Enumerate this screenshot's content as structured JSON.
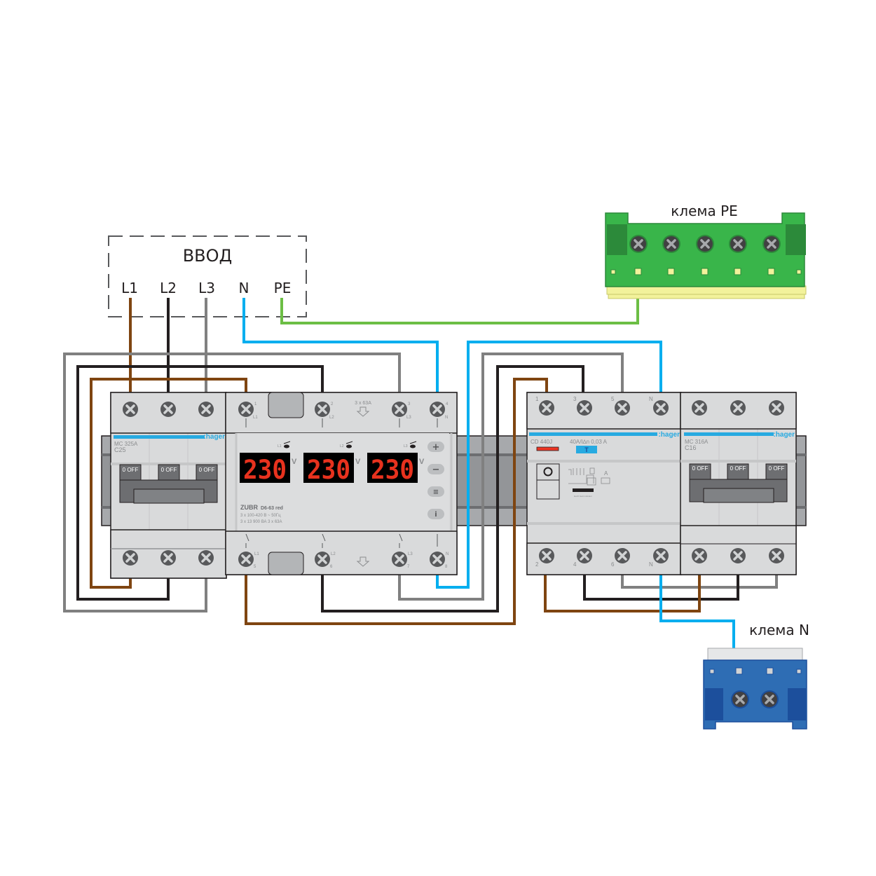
{
  "input_box": {
    "title": "ВВОД",
    "terminals": [
      "L1",
      "L2",
      "L3",
      "N",
      "PE"
    ]
  },
  "pe_bus": {
    "title": "клема PE",
    "screws": 5
  },
  "n_bus": {
    "title": "клема N",
    "screws": 2
  },
  "wire_colors": {
    "L1": "#7f4511",
    "L2": "#231f20",
    "L3": "#808080",
    "N": "#00aeef",
    "PE": "#6cbe45"
  },
  "mcb_input": {
    "brand": ":hager",
    "model": "MC 325A",
    "rating": "C25",
    "handle_labels": [
      "0 OFF",
      "0 OFF",
      "0 OFF"
    ]
  },
  "voltage_relay": {
    "top_rating": "3 x 63A",
    "top_terminals": [
      {
        "num": "1",
        "phase": "L1"
      },
      {
        "num": "2",
        "phase": "L2"
      },
      {
        "num": "3",
        "phase": "L3"
      },
      {
        "num": "4",
        "phase": "N"
      }
    ],
    "bottom_terminals": [
      {
        "num": "5",
        "phase": "L1"
      },
      {
        "num": "6",
        "phase": "L2"
      },
      {
        "num": "7",
        "phase": "L3"
      },
      {
        "num": "8",
        "phase": "N"
      }
    ],
    "display_labels": [
      "L1",
      "L2",
      "L3"
    ],
    "displays": [
      "230",
      "230",
      "230"
    ],
    "unit": "V",
    "buttons": [
      "+",
      "−",
      "≡",
      "i"
    ],
    "name": "ZUBR",
    "model": "D6-63 red",
    "spec_line1": "3 x 100-420 В ~ 50Гц",
    "spec_line2": "3 x 13 900 ВА  3 x 63А"
  },
  "rcd": {
    "brand": ":hager",
    "model": "CD 440J",
    "rating": "40A/I∆n 0,03 A",
    "test_button": "T",
    "type_label": "A",
    "indicator_caption": "Earth fault indicator",
    "top_terminals": [
      "1",
      "3",
      "5",
      "N"
    ],
    "bottom_terminals": [
      "2",
      "4",
      "6",
      "N"
    ]
  },
  "mcb_output": {
    "brand": ":hager",
    "model": "MC 316A",
    "rating": "C16",
    "handle_labels": [
      "0 OFF",
      "0 OFF",
      "0 OFF"
    ]
  }
}
